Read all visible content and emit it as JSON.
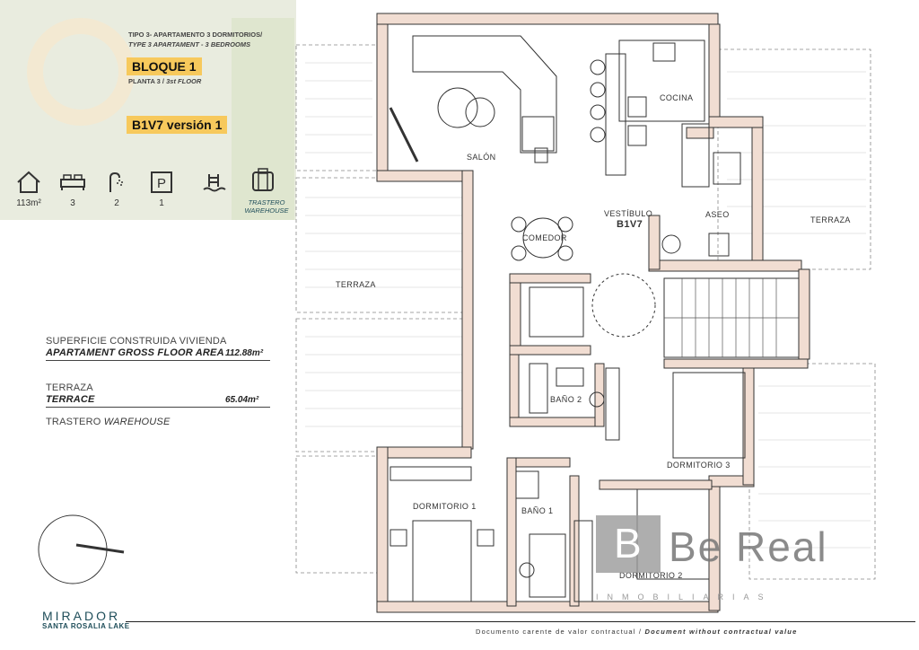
{
  "header": {
    "type_es": "TIPO 3- APARTAMENTO 3 DORMITORIOS/",
    "type_en": "TYPE 3 APARTAMENT - 3 BEDROOMS",
    "block": "BLOQUE 1",
    "floor_es": "PLANTA 3 /",
    "floor_en": "3st FLOOR",
    "unit": "B1V7 versión 1"
  },
  "features": [
    {
      "icon": "house-icon",
      "value": "113m²"
    },
    {
      "icon": "bed-icon",
      "value": "3"
    },
    {
      "icon": "shower-icon",
      "value": "2"
    },
    {
      "icon": "parking-icon",
      "value": "1"
    },
    {
      "icon": "pool-icon",
      "value": ""
    },
    {
      "icon": "storage-icon",
      "value": "TRASTERO",
      "value_en": "WAREHOUSE"
    }
  ],
  "areas": {
    "gross_label_es": "SUPERFICIE CONSTRUIDA VIVIENDA",
    "gross_label_en": "APARTAMENT GROSS FLOOR AREA",
    "gross_value": "112.88m²",
    "terrace_label_es": "TERRAZA",
    "terrace_label_en": "TERRACE",
    "terrace_value": "65.04m²",
    "storage_label_es": "TRASTERO",
    "storage_label_en": "WAREHOUSE"
  },
  "rooms": {
    "salon": "SALÓN",
    "cocina": "COCINA",
    "comedor": "COMEDOR",
    "vestibulo": "VESTÍBULO",
    "unit_code": "B1V7",
    "aseo": "ASEO",
    "terraza_left": "TERRAZA",
    "terraza_right": "TERRAZA",
    "bano1": "BAÑO 1",
    "bano2": "BAÑO 2",
    "dorm1": "DORMITORIO 1",
    "dorm2": "DORMITORIO 2",
    "dorm3": "DORMITORIO 3"
  },
  "branding": {
    "project": "MIRADOR",
    "project_sub": "SANTA ROSALIA LAKE",
    "agency": "Be Real",
    "agency_mark": "B",
    "agency_sub": "INMOBILIARIAS",
    "disclaimer_es": "Documento carente de valor contractual /",
    "disclaimer_en": "Document without contractual value"
  },
  "colors": {
    "wall": "#f1ddd2",
    "wall_line": "#333333",
    "accent_yellow": "#f7c95c",
    "brand": "#1f4e5a"
  }
}
